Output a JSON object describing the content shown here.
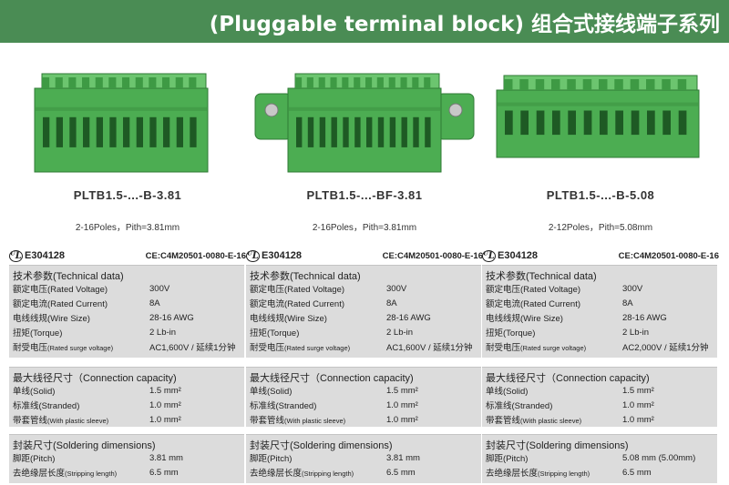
{
  "banner": {
    "title": "(Pluggable terminal block) 组合式接线端子系列"
  },
  "colors": {
    "banner_bg": "#4a8c54",
    "connector_green": "#4cad52",
    "panel_bg": "#dcdcdc"
  },
  "products": [
    {
      "image": "green-terminal-block-3.81",
      "model": "PLTB1.5-...-B-3.81",
      "poles": "2-16Poles，Pith=3.81mm",
      "ul": "E304128",
      "ce": "CE:C4M20501-0080-E-16",
      "tech_title": "技术参数(Technical data)",
      "tech": [
        {
          "label": "额定电压(Rated Voltage)",
          "value": "300V"
        },
        {
          "label": "额定电流(Rated Current)",
          "value": "8A"
        },
        {
          "label": "电线线规(Wire Size)",
          "value": "28-16 AWG"
        },
        {
          "label": "扭矩(Torque)",
          "value": "2 Lb-in"
        },
        {
          "label": "耐受电压",
          "label_small": "(Rated surge voltage)",
          "value": "AC1,600V / 延续1分钟"
        }
      ],
      "conn_title": "最大线径尺寸（Connection capacity)",
      "conn": [
        {
          "label": "单线(Solid)",
          "value": "1.5 mm²"
        },
        {
          "label": "标准线(Stranded)",
          "value": "1.0 mm²"
        },
        {
          "label": "带套管线",
          "label_small": "(With plastic sleeve)",
          "value": "1.0 mm²"
        }
      ],
      "sold_title": "封装尺寸(Soldering dimensions)",
      "sold": [
        {
          "label": "脚距(Pitch)",
          "value": "3.81  mm"
        },
        {
          "label": "去绝缘层长度",
          "label_small": "(Stripping length)",
          "value": "6.5 mm"
        }
      ]
    },
    {
      "image": "green-terminal-block-flanged-3.81",
      "model": "PLTB1.5-...-BF-3.81",
      "poles": "2-16Poles，Pith=3.81mm",
      "ul": "E304128",
      "ce": "CE:C4M20501-0080-E-16",
      "tech_title": "技术参数(Technical data)",
      "tech": [
        {
          "label": "额定电压(Rated Voltage)",
          "value": "300V"
        },
        {
          "label": "额定电流(Rated Current)",
          "value": "8A"
        },
        {
          "label": "电线线规(Wire Size)",
          "value": "28-16 AWG"
        },
        {
          "label": "扭矩(Torque)",
          "value": "2 Lb-in"
        },
        {
          "label": "耐受电压",
          "label_small": "(Rated surge voltage)",
          "value": "AC1,600V / 延续1分钟"
        }
      ],
      "conn_title": "最大线径尺寸（Connection capacity)",
      "conn": [
        {
          "label": "单线(Solid)",
          "value": "1.5 mm²"
        },
        {
          "label": "标准线(Stranded)",
          "value": "1.0 mm²"
        },
        {
          "label": "带套管线",
          "label_small": "(With plastic sleeve)",
          "value": "1.0 mm²"
        }
      ],
      "sold_title": "封装尺寸(Soldering dimensions)",
      "sold": [
        {
          "label": "脚距(Pitch)",
          "value": "3.81  mm"
        },
        {
          "label": "去绝缘层长度",
          "label_small": "(Stripping length)",
          "value": "6.5 mm"
        }
      ]
    },
    {
      "image": "green-terminal-block-5.08",
      "model": "PLTB1.5-...-B-5.08",
      "poles": "2-12Poles，Pith=5.08mm",
      "ul": "E304128",
      "ce": "CE:C4M20501-0080-E-16",
      "tech_title": "技术参数(Technical data)",
      "tech": [
        {
          "label": "额定电压(Rated Voltage)",
          "value": "300V"
        },
        {
          "label": "额定电流(Rated Current)",
          "value": "8A"
        },
        {
          "label": "电线线规(Wire Size)",
          "value": "28-16 AWG"
        },
        {
          "label": "扭矩(Torque)",
          "value": "2 Lb-in"
        },
        {
          "label": "耐受电压",
          "label_small": "(Rated surge voltage)",
          "value": "AC2,000V / 延续1分钟"
        }
      ],
      "conn_title": "最大线径尺寸（Connection capacity)",
      "conn": [
        {
          "label": "单线(Solid)",
          "value": "1.5 mm²"
        },
        {
          "label": "标准线(Stranded)",
          "value": "1.0 mm²"
        },
        {
          "label": "带套管线",
          "label_small": "(With plastic sleeve)",
          "value": "1.0 mm²"
        }
      ],
      "sold_title": "封装尺寸(Soldering dimensions)",
      "sold": [
        {
          "label": "脚距(Pitch)",
          "value": "5.08  mm (5.00mm)"
        },
        {
          "label": "去绝缘层长度",
          "label_small": "(Stripping length)",
          "value": "6.5 mm"
        }
      ]
    }
  ]
}
